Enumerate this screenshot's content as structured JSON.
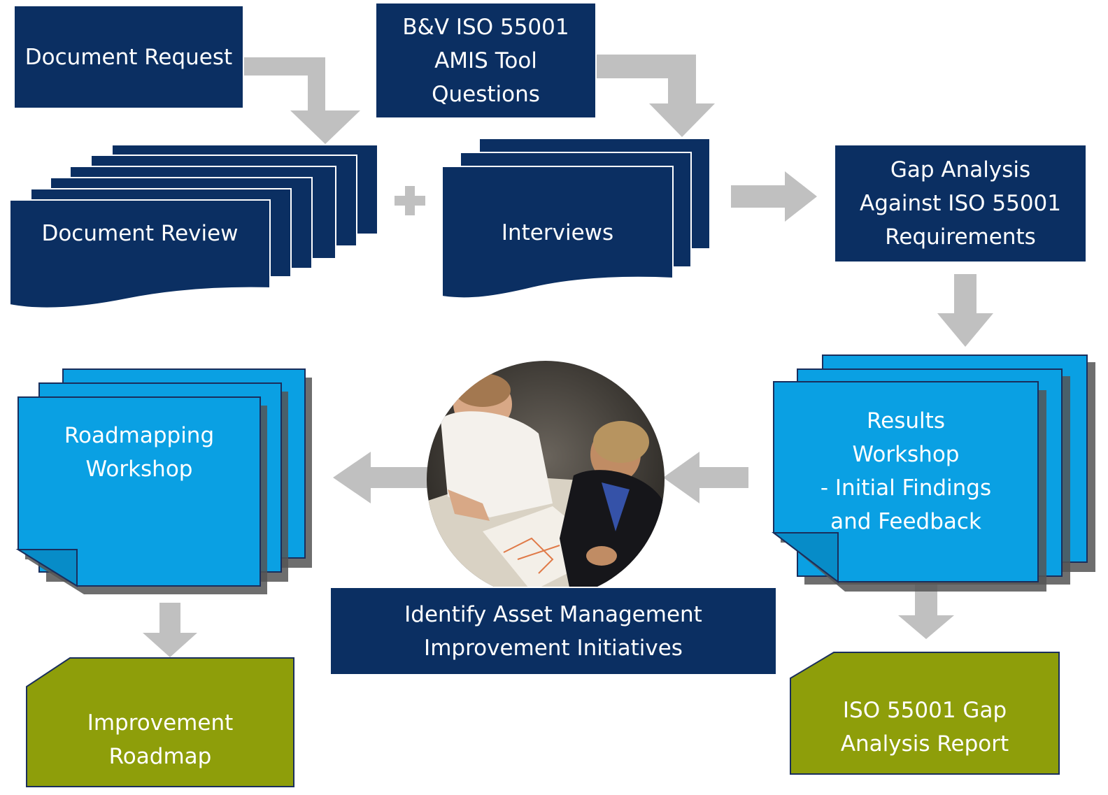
{
  "colors": {
    "navy": "#0b2f62",
    "navy_border": "#ffffff",
    "blue": "#0aa0e3",
    "blue_border": "#1a2e5c",
    "olive": "#8e9e0a",
    "olive_border": "#1a2e5c",
    "arrow": "#c0c0c0",
    "text": "#ffffff"
  },
  "nodes": {
    "document_request": {
      "lines": [
        "Document Request"
      ]
    },
    "amis_tool": {
      "lines": [
        "B&V ISO 55001",
        "AMIS Tool",
        "Questions"
      ]
    },
    "document_review": {
      "lines": [
        "Document Review"
      ]
    },
    "interviews": {
      "lines": [
        "Interviews"
      ]
    },
    "gap_analysis": {
      "lines": [
        "Gap Analysis",
        "Against ISO 55001",
        "Requirements"
      ]
    },
    "results_workshop": {
      "lines": [
        "Results",
        "Workshop",
        "- Initial Findings",
        "and Feedback"
      ]
    },
    "roadmapping_workshop": {
      "lines": [
        "Roadmapping",
        "Workshop"
      ]
    },
    "identify_initiatives": {
      "lines": [
        "Identify Asset Management",
        "Improvement Initiatives"
      ]
    },
    "improvement_roadmap": {
      "lines": [
        "Improvement",
        "Roadmap"
      ]
    },
    "gap_report": {
      "lines": [
        "ISO 55001 Gap",
        "Analysis Report"
      ]
    }
  },
  "photo": {
    "icon": "meeting-photo-icon"
  },
  "plus_icon": "plus-icon"
}
